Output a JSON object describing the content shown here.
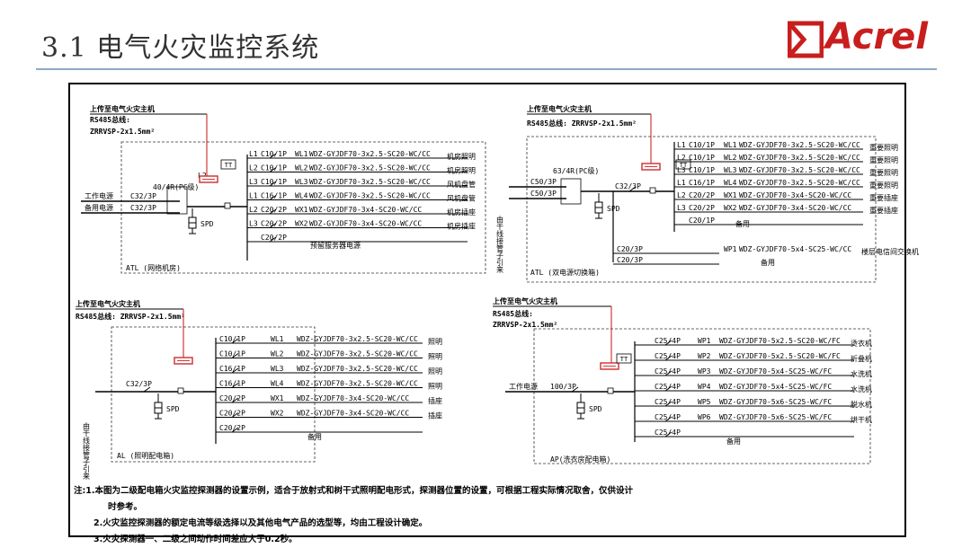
{
  "title": "3.1 电气火灾监控系统",
  "brand": "Acrel",
  "colors": {
    "accent": "#c81e1e",
    "rule": "#8ea9c8",
    "line": "#000000",
    "signal": "#d23a3a"
  },
  "panels": {
    "atl1": {
      "host": "上传至电气火灾主机",
      "bus": "RS485总线:",
      "cable": "ZRRVSP-2x1.5mm²",
      "main_breaker": "40/4R(PC级)",
      "src1": "工作电源",
      "src1_brk": "C32/3P",
      "src2": "备用电源",
      "src2_brk": "C32/3P",
      "tt": "TT",
      "spd": "SPD",
      "l2_label": "L2",
      "name": "ATL (网络机房)",
      "rows": [
        {
          "phase": "L1",
          "brk": "C10/1P",
          "ckt": "WL1",
          "cable": "WDZ-GYJDF70-3x2.5-SC20-WC/CC",
          "load": "机房照明"
        },
        {
          "phase": "L2",
          "brk": "C10/1P",
          "ckt": "WL2",
          "cable": "WDZ-GYJDF70-3x2.5-SC20-WC/CC",
          "load": "机房照明"
        },
        {
          "phase": "L3",
          "brk": "C10/1P",
          "ckt": "WL3",
          "cable": "WDZ-GYJDF70-3x2.5-SC20-WC/CC",
          "load": "风机盘管"
        },
        {
          "phase": "L1",
          "brk": "C16/1P",
          "ckt": "WL4",
          "cable": "WDZ-GYJDF70-3x2.5-SC20-WC/CC",
          "load": "风机盘管"
        },
        {
          "phase": "L2",
          "brk": "C20/2P",
          "ckt": "WX1",
          "cable": "WDZ-GYJDF70-3x4-SC20-WC/CC",
          "load": "机房插座"
        },
        {
          "phase": "L3",
          "brk": "C20/2P",
          "ckt": "WX2",
          "cable": "WDZ-GYJDF70-3x4-SC20-WC/CC",
          "load": "机房插座"
        },
        {
          "phase": "",
          "brk": "C20/2P",
          "ckt": "",
          "cable": "",
          "load": "预留服务器电源"
        }
      ]
    },
    "atl2": {
      "host": "上传至电气火灾主机",
      "bus": "RS485总线: ZRRVSP-2x1.5mm²",
      "main_breaker": "63/4R(PC级)",
      "src_brk1": "C50/3P",
      "src_brk2": "C50/3P",
      "trunk_brk": "C32/3P",
      "vertical_label": "由干线接管子引来",
      "tt": "TT",
      "spd": "SPD",
      "name": "ATL (双电源切换箱)",
      "rows": [
        {
          "phase": "L1",
          "brk": "C10/1P",
          "ckt": "WL1",
          "cable": "WDZ-GYJDF70-3x2.5-SC20-WC/CC",
          "load": "重要照明"
        },
        {
          "phase": "L2",
          "brk": "C10/1P",
          "ckt": "WL2",
          "cable": "WDZ-GYJDF70-3x2.5-SC20-WC/CC",
          "load": "重要照明"
        },
        {
          "phase": "L3",
          "brk": "C10/1P",
          "ckt": "WL3",
          "cable": "WDZ-GYJDF70-3x2.5-SC20-WC/CC",
          "load": "重要照明"
        },
        {
          "phase": "L1",
          "brk": "C16/1P",
          "ckt": "WL4",
          "cable": "WDZ-GYJDF70-3x2.5-SC20-WC/CC",
          "load": "重要照明"
        },
        {
          "phase": "L2",
          "brk": "C20/2P",
          "ckt": "WX1",
          "cable": "WDZ-GYJDF70-3x4-SC20-WC/CC",
          "load": "重要插座"
        },
        {
          "phase": "L3",
          "brk": "C20/2P",
          "ckt": "WX2",
          "cable": "WDZ-GYJDF70-3x4-SC20-WC/CC",
          "load": "重要插座"
        },
        {
          "phase": "",
          "brk": "C20/1P",
          "ckt": "",
          "cable": "",
          "load": "备用"
        }
      ],
      "extra_rows": [
        {
          "brk": "C20/3P",
          "ckt": "WP1",
          "cable": "WDZ-GYJDF70-5x4-SC25-WC/CC",
          "load": "楼层电信间交换机"
        },
        {
          "brk": "C20/3P",
          "ckt": "",
          "cable": "",
          "load": "备用"
        }
      ]
    },
    "al": {
      "host": "上传至电气火灾主机",
      "bus": "RS485总线: ZRRVSP-2x1.5mm²",
      "main_brk": "C32/3P",
      "vertical_label": "由干线接管子引来",
      "spd": "SPD",
      "name": "AL (照明配电箱)",
      "rows": [
        {
          "brk": "C10/1P",
          "ckt": "WL1",
          "cable": "WDZ-GYJDF70-3x2.5-SC20-WC/CC",
          "load": "照明"
        },
        {
          "brk": "C10/1P",
          "ckt": "WL2",
          "cable": "WDZ-GYJDF70-3x2.5-SC20-WC/CC",
          "load": "照明"
        },
        {
          "brk": "C16/1P",
          "ckt": "WL3",
          "cable": "WDZ-GYJDF70-3x2.5-SC20-WC/CC",
          "load": "照明"
        },
        {
          "brk": "C16/1P",
          "ckt": "WL4",
          "cable": "WDZ-GYJDF70-3x2.5-SC20-WC/CC",
          "load": "照明"
        },
        {
          "brk": "C20/2P",
          "ckt": "WX1",
          "cable": "WDZ-GYJDF70-3x4-SC20-WC/CC",
          "load": "插座"
        },
        {
          "brk": "C20/2P",
          "ckt": "WX2",
          "cable": "WDZ-GYJDF70-3x4-SC20-WC/CC",
          "load": "插座"
        },
        {
          "brk": "C20/2P",
          "ckt": "",
          "cable": "",
          "load": "备用"
        }
      ]
    },
    "ap": {
      "host": "上传至电气火灾主机",
      "bus": "RS485总线:",
      "cable": "ZRRVSP-2x1.5mm²",
      "src": "工作电源",
      "main_brk": "100/3P",
      "tt": "TT",
      "spd": "SPD",
      "name": "AP(洗衣房配电箱)",
      "rows": [
        {
          "brk": "C25/4P",
          "ckt": "WP1",
          "cable": "WDZ-GYJDF70-5x2.5-SC20-WC/FC",
          "load": "烫衣机"
        },
        {
          "brk": "C25/4P",
          "ckt": "WP2",
          "cable": "WDZ-GYJDF70-5x2.5-SC20-WC/FC",
          "load": "折叠机"
        },
        {
          "brk": "C25/4P",
          "ckt": "WP3",
          "cable": "WDZ-GYJDF70-5x4-SC25-WC/FC",
          "load": "水洗机"
        },
        {
          "brk": "C25/4P",
          "ckt": "WP4",
          "cable": "WDZ-GYJDF70-5x4-SC25-WC/FC",
          "load": "水洗机"
        },
        {
          "brk": "C25/4P",
          "ckt": "WP5",
          "cable": "WDZ-GYJDF70-5x6-SC25-WC/FC",
          "load": "脱水机"
        },
        {
          "brk": "C25/4P",
          "ckt": "WP6",
          "cable": "WDZ-GYJDF70-5x6-SC25-WC/FC",
          "load": "烘干机"
        },
        {
          "brk": "C25/4P",
          "ckt": "",
          "cable": "",
          "load": "备用"
        }
      ]
    }
  },
  "notes": [
    "注:1.本图为二级配电箱火灾监控探测器的设置示例，适合于放射式和树干式照明配电形式，探测器位置的设置，可根据工程实际情况取舍，仅供设计",
    "时参考。",
    "2.火灾监控探测器的额定电流等级选择以及其他电气产品的选型等，均由工程设计确定。",
    "3.火灾探测器一、二级之间动作时间差应大于0.2秒。"
  ]
}
